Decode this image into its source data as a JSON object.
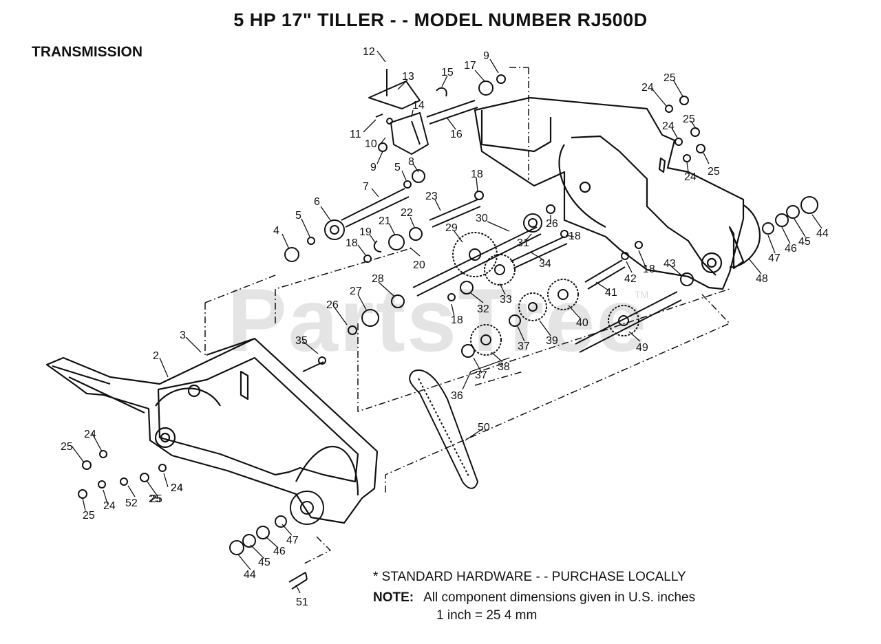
{
  "title": "5 HP 17\" TILLER - - MODEL NUMBER RJ500D",
  "section": "TRANSMISSION",
  "watermark": "PartsTree",
  "watermark_tm": "TM",
  "footer": {
    "hardware": "* STANDARD HARDWARE - - PURCHASE LOCALLY",
    "note_label": "NOTE:",
    "note_text": "All component dimensions given in U.S. inches",
    "conversion": "1 inch = 25 4 mm"
  },
  "callouts": [
    {
      "id": "c12a",
      "text": "12"
    },
    {
      "id": "c13",
      "text": "13"
    },
    {
      "id": "c15",
      "text": "15"
    },
    {
      "id": "c17",
      "text": "17"
    },
    {
      "id": "c9a",
      "text": "9"
    },
    {
      "id": "c14",
      "text": "14"
    },
    {
      "id": "c11",
      "text": "11"
    },
    {
      "id": "c10",
      "text": "10"
    },
    {
      "id": "c16",
      "text": "16"
    },
    {
      "id": "c9b",
      "text": "9"
    },
    {
      "id": "c5a",
      "text": "5"
    },
    {
      "id": "c8",
      "text": "8"
    },
    {
      "id": "c18a",
      "text": "18"
    },
    {
      "id": "c7",
      "text": "7"
    },
    {
      "id": "c23",
      "text": "23"
    },
    {
      "id": "c6",
      "text": "6"
    },
    {
      "id": "c5b",
      "text": "5"
    },
    {
      "id": "c22",
      "text": "22"
    },
    {
      "id": "c21",
      "text": "21"
    },
    {
      "id": "c29",
      "text": "29"
    },
    {
      "id": "c30",
      "text": "30"
    },
    {
      "id": "c26a",
      "text": "26"
    },
    {
      "id": "c4",
      "text": "4"
    },
    {
      "id": "c19",
      "text": "19"
    },
    {
      "id": "c18b",
      "text": "18"
    },
    {
      "id": "c20",
      "text": "20"
    },
    {
      "id": "c31",
      "text": "31"
    },
    {
      "id": "c18c",
      "text": "18"
    },
    {
      "id": "c34",
      "text": "34"
    },
    {
      "id": "c18d",
      "text": "18"
    },
    {
      "id": "c43",
      "text": "43"
    },
    {
      "id": "c42",
      "text": "42"
    },
    {
      "id": "c28",
      "text": "28"
    },
    {
      "id": "c33",
      "text": "33"
    },
    {
      "id": "c41",
      "text": "41"
    },
    {
      "id": "c27",
      "text": "27"
    },
    {
      "id": "c32",
      "text": "32"
    },
    {
      "id": "c40",
      "text": "40"
    },
    {
      "id": "c26b",
      "text": "26"
    },
    {
      "id": "c18e",
      "text": "18"
    },
    {
      "id": "c39",
      "text": "39"
    },
    {
      "id": "c3",
      "text": "3"
    },
    {
      "id": "c35",
      "text": "35"
    },
    {
      "id": "c37a",
      "text": "37"
    },
    {
      "id": "c49",
      "text": "49"
    },
    {
      "id": "c2",
      "text": "2"
    },
    {
      "id": "c38",
      "text": "38"
    },
    {
      "id": "c37b",
      "text": "37"
    },
    {
      "id": "c36",
      "text": "36"
    },
    {
      "id": "c50",
      "text": "50"
    },
    {
      "id": "c24a",
      "text": "24"
    },
    {
      "id": "c25a",
      "text": "25"
    },
    {
      "id": "c24b",
      "text": "24"
    },
    {
      "id": "c25b",
      "text": "25"
    },
    {
      "id": "c52",
      "text": "52"
    },
    {
      "id": "c25c",
      "text": "25"
    },
    {
      "id": "c24c",
      "text": "24"
    },
    {
      "id": "c25d",
      "text": "25"
    },
    {
      "id": "c24d",
      "text": "24"
    },
    {
      "id": "c47a",
      "text": "47"
    },
    {
      "id": "c46a",
      "text": "46"
    },
    {
      "id": "c45a",
      "text": "45"
    },
    {
      "id": "c44a",
      "text": "44"
    },
    {
      "id": "c51",
      "text": "51"
    },
    {
      "id": "c25e",
      "text": "25"
    },
    {
      "id": "c24e",
      "text": "24"
    },
    {
      "id": "c25f",
      "text": "25"
    },
    {
      "id": "c24f",
      "text": "24"
    },
    {
      "id": "c24g",
      "text": "24"
    },
    {
      "id": "c25g",
      "text": "25"
    },
    {
      "id": "c44b",
      "text": "44"
    },
    {
      "id": "c45b",
      "text": "45"
    },
    {
      "id": "c46b",
      "text": "46"
    },
    {
      "id": "c47b",
      "text": "47"
    },
    {
      "id": "c48",
      "text": "48"
    }
  ]
}
